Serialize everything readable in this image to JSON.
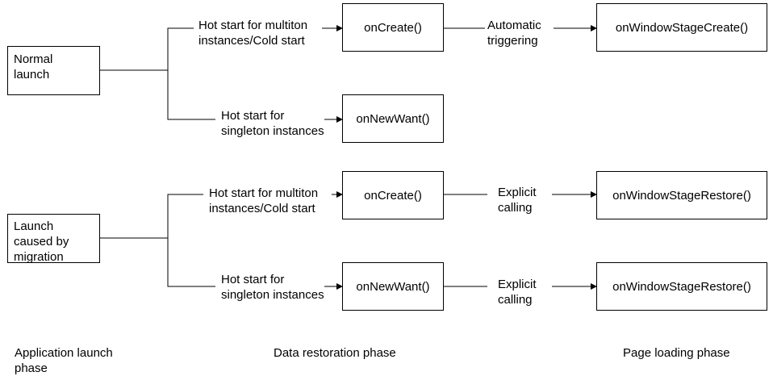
{
  "launch_boxes": {
    "normal": [
      "Normal",
      "launch"
    ],
    "migration": [
      "Launch",
      "caused by",
      "migration"
    ]
  },
  "labels": {
    "hot_multiton": [
      "Hot start for multiton",
      "instances/Cold start"
    ],
    "hot_singleton": [
      "Hot start for",
      "singleton instances"
    ],
    "automatic": [
      "Automatic",
      "triggering"
    ],
    "explicit": [
      "Explicit",
      "calling"
    ]
  },
  "methods": {
    "on_create": "onCreate()",
    "on_new_want": "onNewWant()",
    "on_window_stage_create": "onWindowStageCreate()",
    "on_window_stage_restore": "onWindowStageRestore()"
  },
  "phases": {
    "application_launch": [
      "Application launch",
      "phase"
    ],
    "data_restoration": "Data restoration phase",
    "page_loading": "Page loading phase"
  }
}
